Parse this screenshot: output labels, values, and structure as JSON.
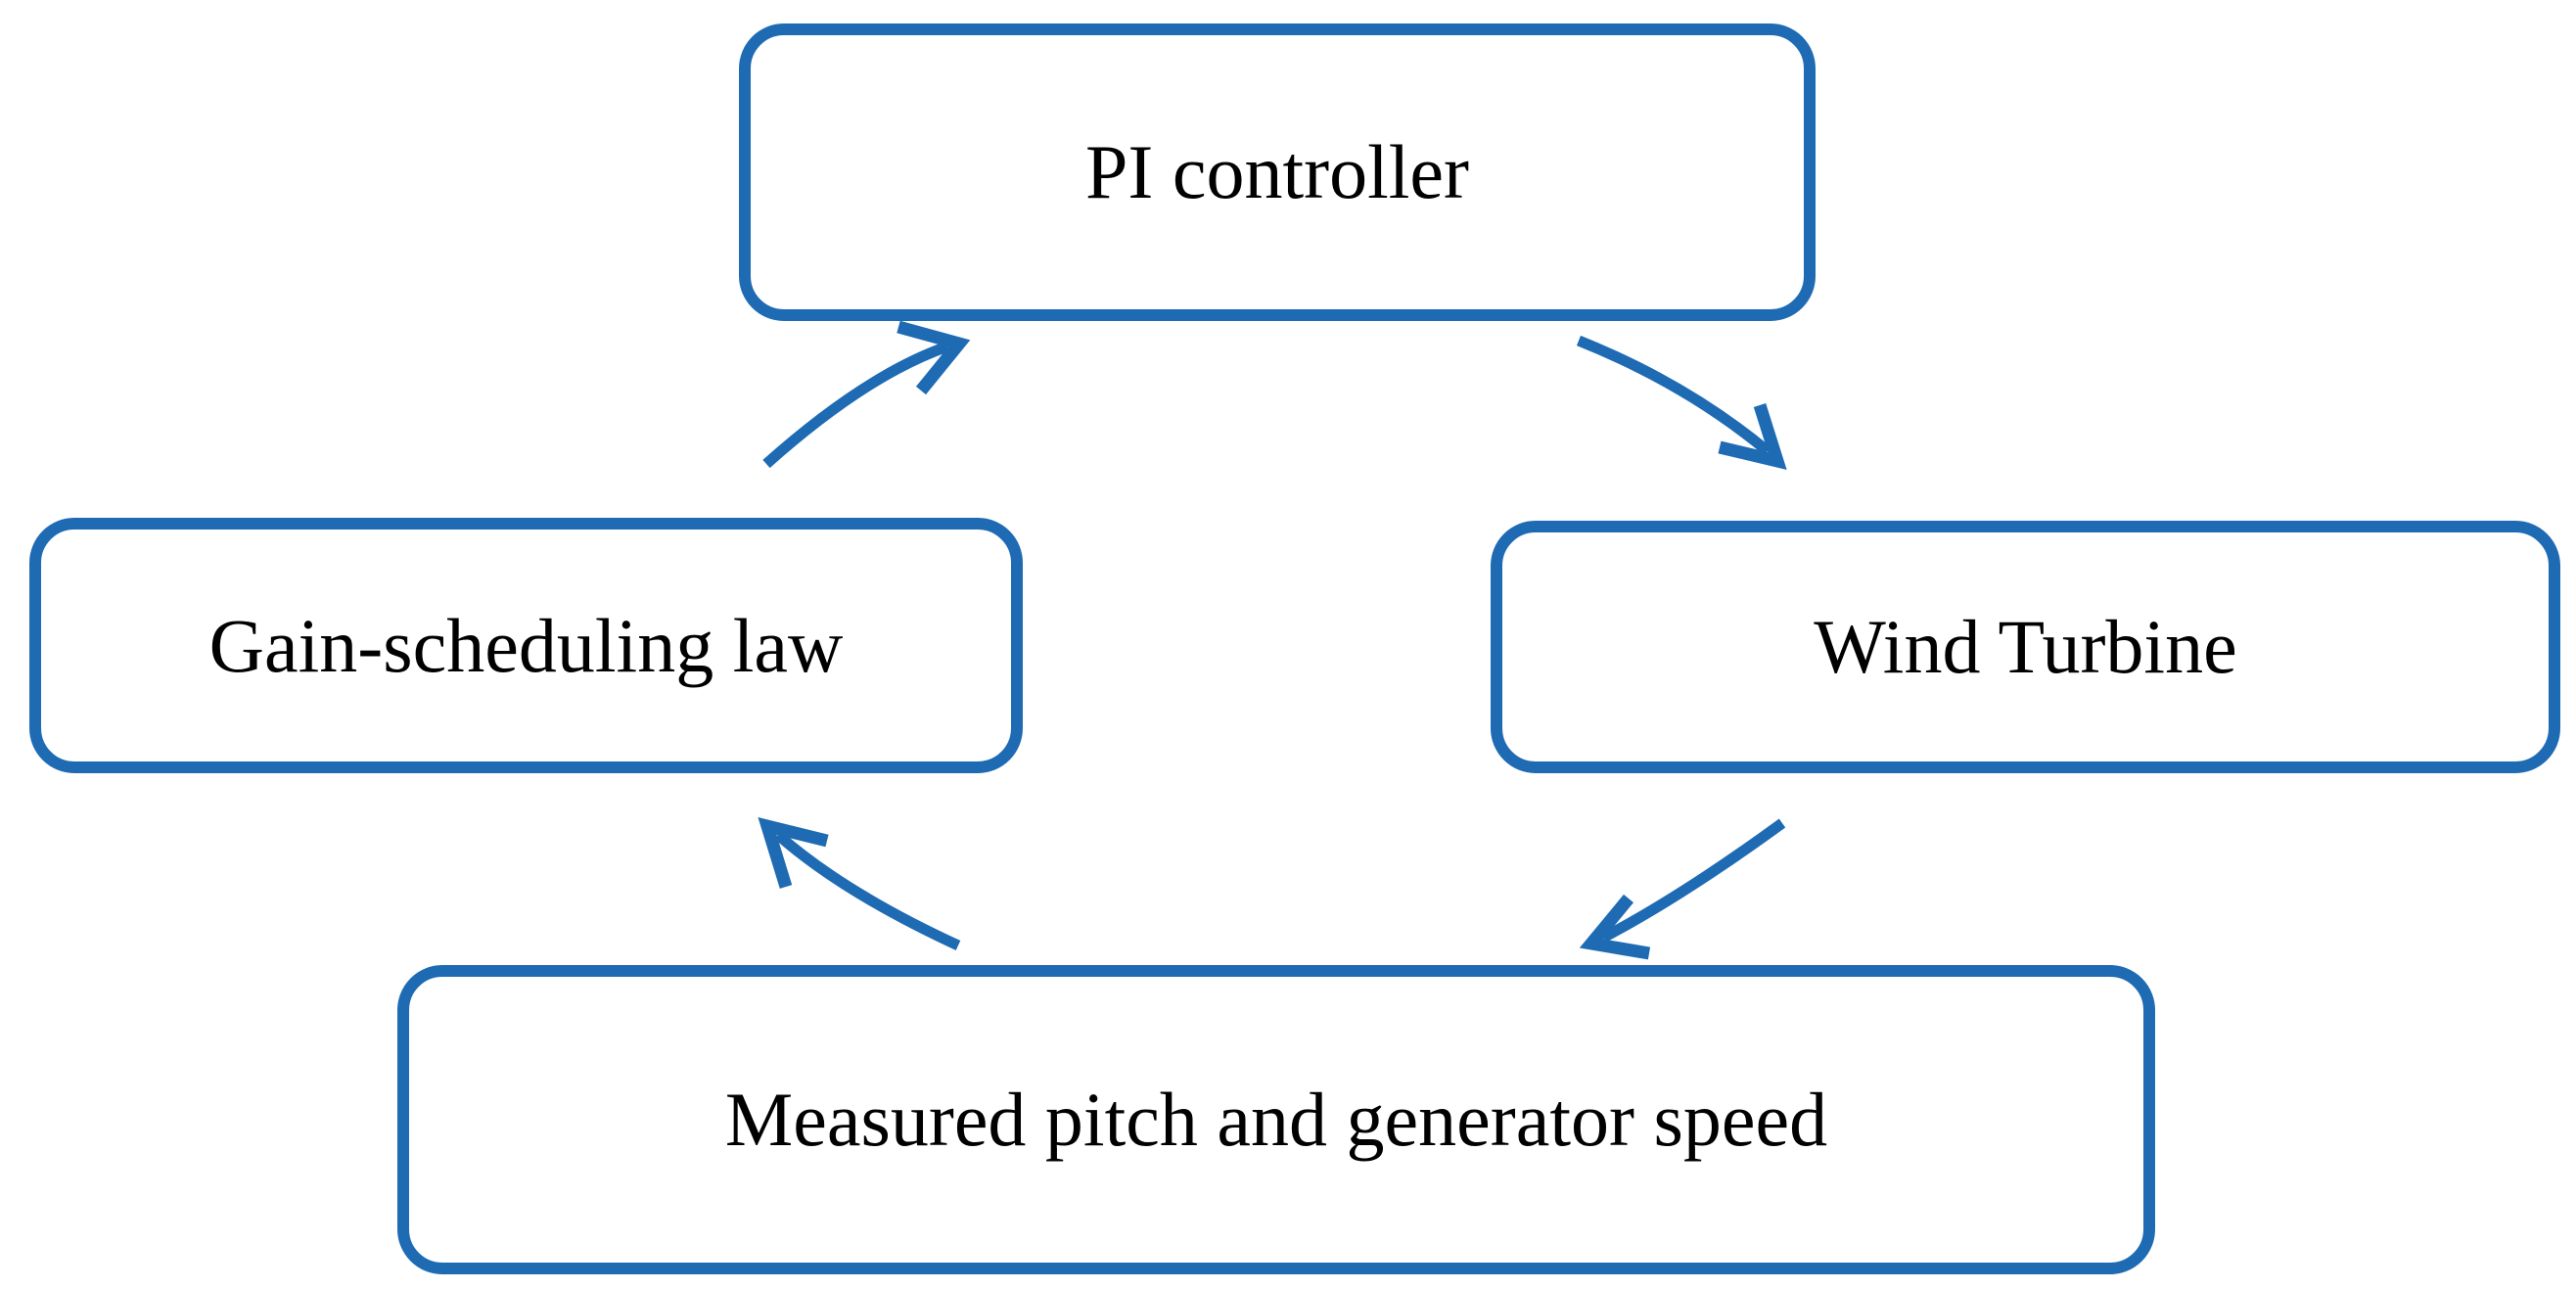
{
  "figure": {
    "type": "cycle-diagram",
    "description_visible_elements": "four rounded rectangles connected by four curved arrows forming a clockwise loop"
  },
  "colors": {
    "accent_blue": "#1E6BB4",
    "text": "#000000",
    "background": "#ffffff"
  },
  "nodes": [
    {
      "id": "pi-controller",
      "label": "PI controller"
    },
    {
      "id": "gain-scheduling-law",
      "label": "Gain-scheduling law"
    },
    {
      "id": "wind-turbine",
      "label": "Wind Turbine"
    },
    {
      "id": "measured-pitch-generator-speed",
      "label": "Measured pitch and generator speed"
    }
  ],
  "arrows": [
    {
      "from": "gain-scheduling-law",
      "to": "pi-controller"
    },
    {
      "from": "pi-controller",
      "to": "wind-turbine"
    },
    {
      "from": "wind-turbine",
      "to": "measured-pitch-generator-speed"
    },
    {
      "from": "measured-pitch-generator-speed",
      "to": "gain-scheduling-law"
    }
  ]
}
